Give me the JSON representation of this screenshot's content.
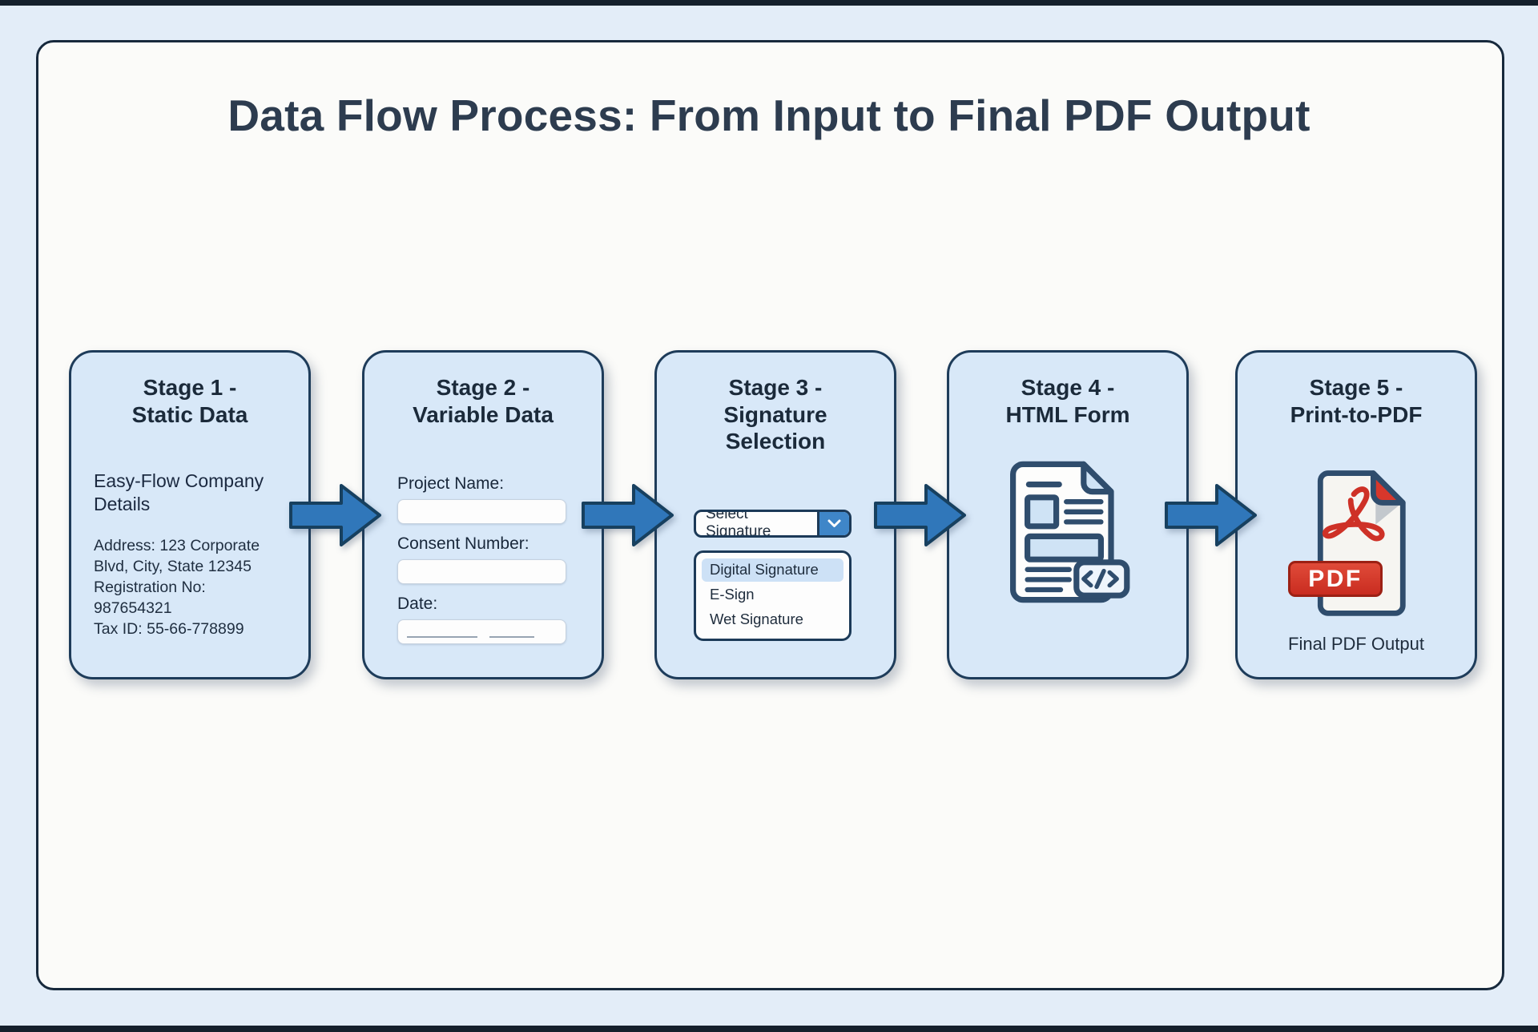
{
  "page_title": "Data Flow Process: From Input to Final PDF Output",
  "colors": {
    "background": "#e3edf8",
    "canvas": "#fbfbf9",
    "stage_fill": "#d8e8f8",
    "stage_border": "#1e3c5a",
    "arrow_fill": "#3077ba",
    "arrow_border": "#17405f",
    "accent_red": "#d8372b",
    "text": "#1b2940"
  },
  "icons": {
    "arrow": "arrow-right-icon",
    "select": "chevron-down-icon",
    "stage4": "html-form-document-icon",
    "stage5": "pdf-file-icon"
  },
  "stages": [
    {
      "title": "Stage 1 -\nStatic Data",
      "company_heading": "Easy-Flow Company Details",
      "address": "Address: 123 Corporate Blvd, City, State 12345",
      "registration": "Registration No: 987654321",
      "tax_id": "Tax ID: 55-66-778899"
    },
    {
      "title": "Stage 2 -\nVariable Data",
      "fields": [
        {
          "label": "Project Name:",
          "value": ""
        },
        {
          "label": "Consent Number:",
          "value": ""
        },
        {
          "label": "Date:",
          "value": ""
        }
      ]
    },
    {
      "title": "Stage 3 -\nSignature\nSelection",
      "select": {
        "value": "Select Signature",
        "options": [
          "Digital Signature",
          "E-Sign",
          "Wet Signature"
        ],
        "highlighted_option": "Digital Signature"
      }
    },
    {
      "title": "Stage 4 -\nHTML Form"
    },
    {
      "title": "Stage 5 -\nPrint-to-PDF",
      "badge": "PDF",
      "caption": "Final PDF Output"
    }
  ]
}
